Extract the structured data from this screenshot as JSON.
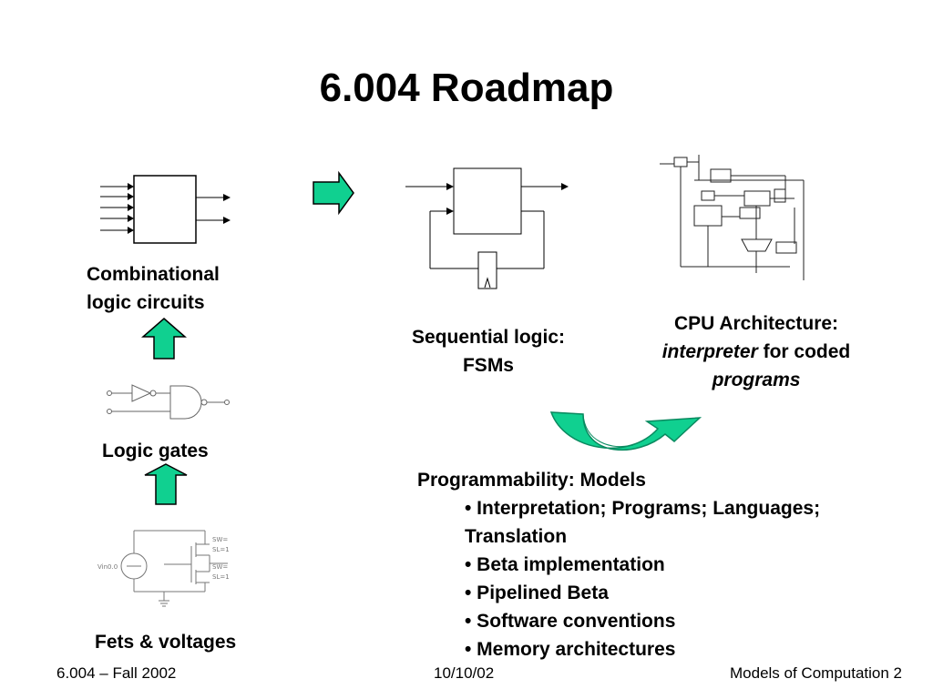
{
  "title": "6.004 Roadmap",
  "labels": {
    "combinational_line1": "Combinational",
    "combinational_line2": "logic circuits",
    "logic_gates": "Logic gates",
    "fets": "Fets & voltages",
    "sequential_line1": "Sequential logic:",
    "sequential_line2": "FSMs",
    "cpu_line1": "CPU Architecture:",
    "cpu_line2_italic": "interpreter",
    "cpu_line2_rest": " for coded",
    "cpu_line3_italic": "programs"
  },
  "programmability": {
    "heading": "Programmability: Models",
    "items": [
      "• Interpretation; Programs; Languages;",
      "Translation",
      "• Beta implementation",
      "• Pipelined Beta",
      "• Software conventions",
      "• Memory architectures"
    ]
  },
  "footer": {
    "left": "6.004 – Fall 2002",
    "center": "10/10/02",
    "right": "Models of Computation 2"
  },
  "colors": {
    "arrow_fill": "#10d090",
    "arrow_dark": "#0a8a60"
  }
}
